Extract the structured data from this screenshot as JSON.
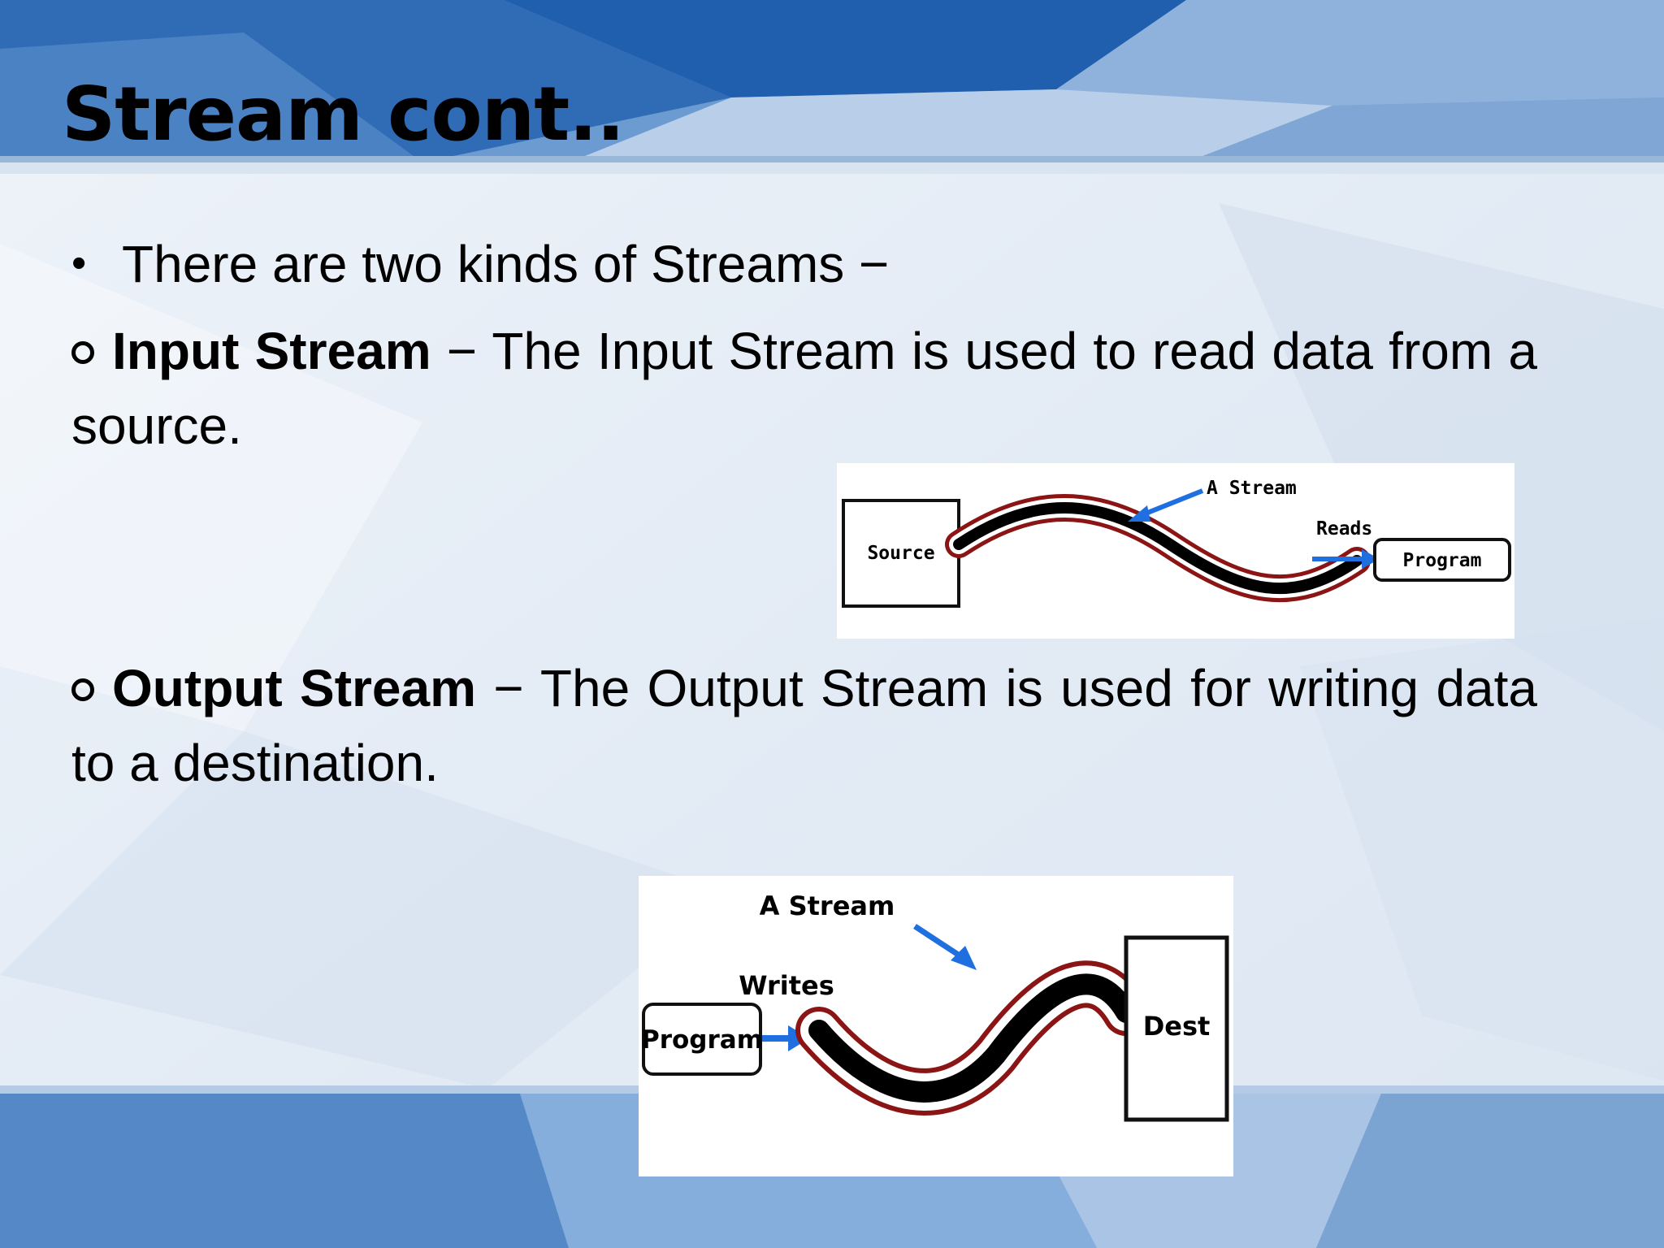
{
  "slide": {
    "title": "Stream cont..",
    "intro_bullet": "There are two kinds of Streams −",
    "input": {
      "term": "Input Stream",
      "desc": " − The Input Stream is used to read data from a source."
    },
    "output": {
      "term": "Output Stream",
      "desc": " − The Output Stream is used for writing data to a destination."
    }
  },
  "input_diagram": {
    "source_label": "Source",
    "stream_label": "A Stream",
    "action_label": "Reads",
    "program_label": "Program"
  },
  "output_diagram": {
    "stream_label": "A Stream",
    "action_label": "Writes",
    "program_label": "Program",
    "dest_label": "Dest"
  },
  "colors": {
    "background_light": "#e7eef7",
    "background_blue": "#5b8fc7",
    "stream_red": "#9b1b1b",
    "arrow_blue": "#1f6fe0"
  }
}
